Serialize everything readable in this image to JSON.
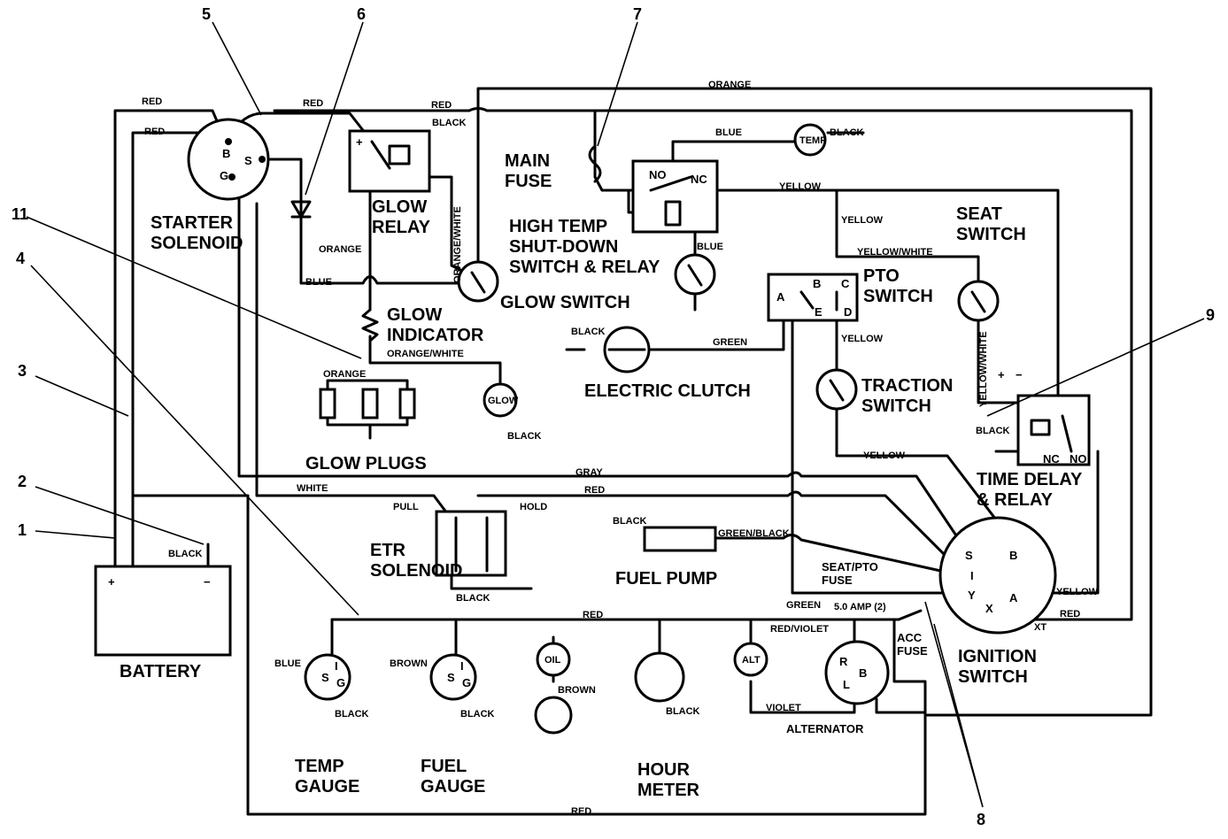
{
  "components": {
    "starter_solenoid": "STARTER\nSOLENOID",
    "glow_relay": "GLOW\nRELAY",
    "main_fuse": "MAIN\nFUSE",
    "high_temp": "HIGH TEMP\nSHUT-DOWN\nSWITCH & RELAY",
    "seat_switch": "SEAT\nSWITCH",
    "glow_switch": "GLOW SWITCH",
    "pto_switch": "PTO\nSWITCH",
    "glow_indicator": "GLOW\nINDICATOR",
    "electric_clutch": "ELECTRIC CLUTCH",
    "traction_switch": "TRACTION\nSWITCH",
    "glow_plugs": "GLOW  PLUGS",
    "time_delay": "TIME DELAY\n& RELAY",
    "etr_solenoid": "ETR\nSOLENOID",
    "fuel_pump": "FUEL  PUMP",
    "seat_pto_fuse": "SEAT/PTO\nFUSE",
    "battery": "BATTERY",
    "ignition_switch": "IGNITION\nSWITCH",
    "acc_fuse": "ACC\nFUSE",
    "alternator": "ALTERNATOR",
    "temp_gauge": "TEMP\nGAUGE",
    "fuel_gauge": "FUEL\nGAUGE",
    "hour_meter": "HOUR\nMETER"
  },
  "wires": {
    "red": "RED",
    "orange": "ORANGE",
    "black": "BLACK",
    "blue": "BLUE",
    "yellow": "YELLOW",
    "yellow_white": "YELLOW/WHITE",
    "orange_white": "ORANGE/WHITE",
    "green": "GREEN",
    "gray": "GRAY",
    "white": "WHITE",
    "green_black": "GREEN/BLACK",
    "brown": "BROWN",
    "red_violet": "RED/VIOLET",
    "violet": "VIOLET",
    "fuse_rating": "5.0 AMP (2)",
    "pull": "PULL",
    "hold": "HOLD"
  },
  "pins": {
    "b": "B",
    "s": "S",
    "g": "G",
    "no": "NO",
    "nc": "NC",
    "a": "A",
    "c": "C",
    "d": "D",
    "e": "E",
    "i": "I",
    "y": "Y",
    "x": "X",
    "r": "R",
    "l": "L",
    "plus": "+",
    "minus": "−",
    "xt": "XT"
  },
  "lamps": {
    "temp": "TEMP",
    "glow": "GLOW",
    "oil": "OIL",
    "alt": "ALT"
  },
  "callouts": [
    "1",
    "2",
    "3",
    "4",
    "5",
    "6",
    "7",
    "8",
    "9",
    "11"
  ]
}
